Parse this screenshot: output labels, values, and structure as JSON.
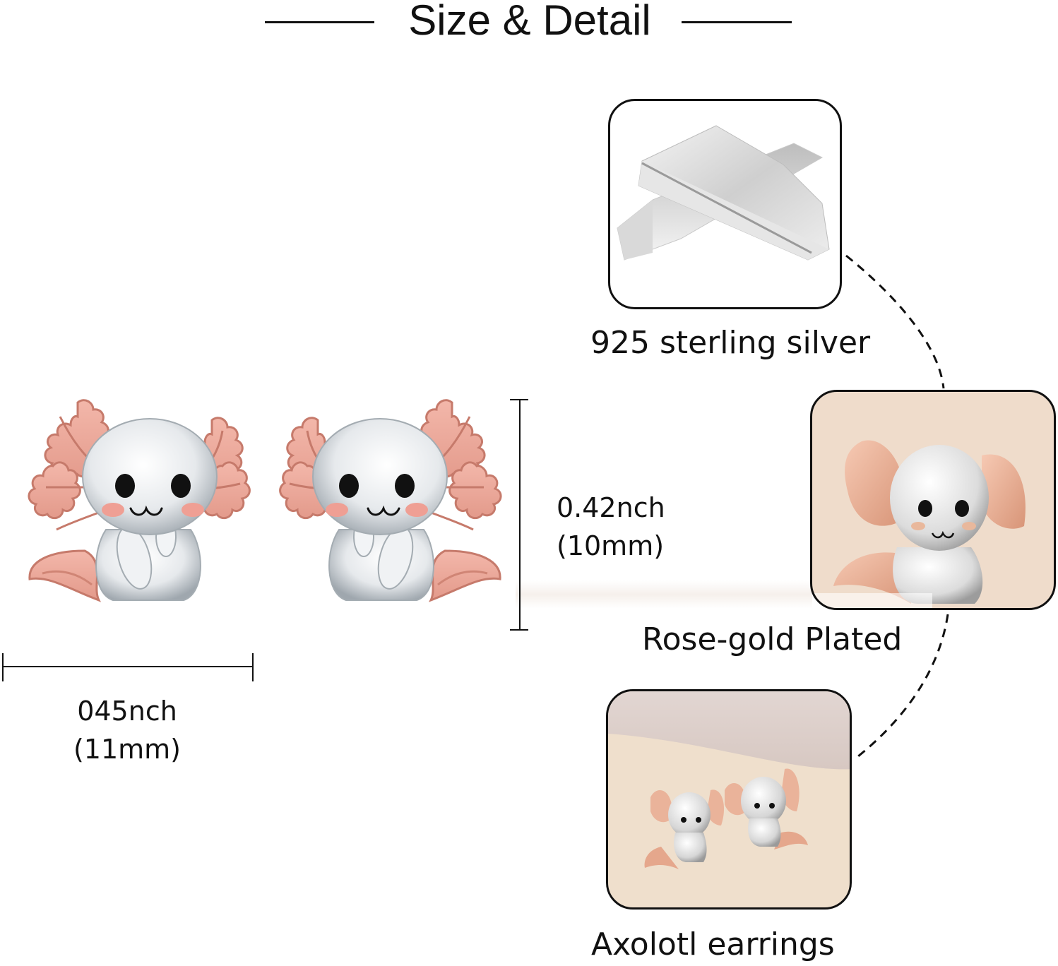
{
  "header": {
    "title": "Size & Detail"
  },
  "product_illustration": {
    "subject": "Axolotl stud earrings pair",
    "colors": {
      "gills": "#e9a89a",
      "gill_outline": "#c87a6a",
      "body": "#e8ebee",
      "body_shade": "#aab1b8",
      "eyes": "#111111",
      "cheeks": "#ef9f94"
    }
  },
  "dimensions": {
    "height": {
      "inches": "0.42nch",
      "mm": "(10mm)"
    },
    "width": {
      "inches": "045nch",
      "mm": "(11mm)"
    }
  },
  "features": [
    {
      "label": "925 sterling silver",
      "image": "silver-bars"
    },
    {
      "label": "Rose-gold Plated",
      "image": "axolotl-earring-closeup"
    },
    {
      "label": "Axolotl earrings",
      "image": "axolotl-earrings-pair-photo"
    }
  ]
}
